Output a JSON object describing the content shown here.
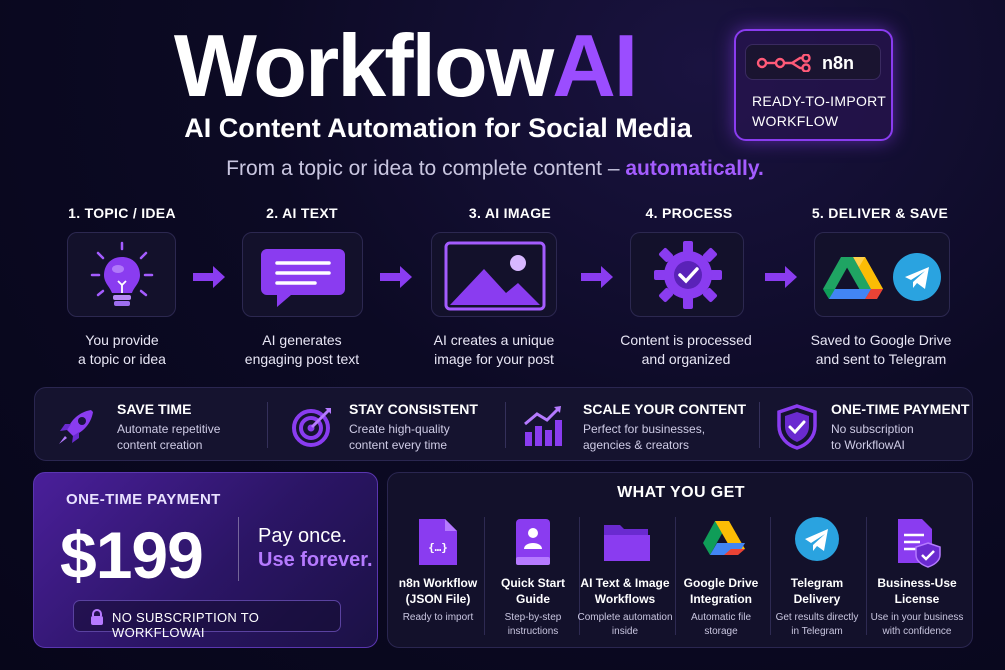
{
  "header": {
    "title_main": "Workflow",
    "title_accent": "AI",
    "subtitle": "AI Content Automation for Social Media",
    "tagline_prefix": "From a topic or idea to complete content – ",
    "tagline_highlight": "automatically."
  },
  "badge": {
    "brand": "n8n",
    "line1": "READY-TO-IMPORT",
    "line2": "WORKFLOW"
  },
  "steps": [
    {
      "label": "1. TOPIC / IDEA",
      "desc1": "You provide",
      "desc2": "a topic or idea",
      "icon": "lightbulb-icon"
    },
    {
      "label": "2. AI TEXT",
      "desc1": "AI generates",
      "desc2": "engaging post text",
      "icon": "chat-icon"
    },
    {
      "label": "3. AI IMAGE",
      "desc1": "AI creates a unique",
      "desc2": "image for your post",
      "icon": "image-icon"
    },
    {
      "label": "4. PROCESS",
      "desc1": "Content is processed",
      "desc2": "and organized",
      "icon": "gear-check-icon"
    },
    {
      "label": "5. DELIVER & SAVE",
      "desc1": "Saved to Google Drive",
      "desc2": "and sent to Telegram",
      "icon": "drive-telegram-icon"
    }
  ],
  "benefits": [
    {
      "title": "SAVE TIME",
      "d1": "Automate repetitive",
      "d2": "content creation",
      "icon": "rocket-icon"
    },
    {
      "title": "STAY CONSISTENT",
      "d1": "Create high-quality",
      "d2": "content every time",
      "icon": "target-icon"
    },
    {
      "title": "SCALE YOUR CONTENT",
      "d1": "Perfect for businesses,",
      "d2": "agencies & creators",
      "icon": "growth-chart-icon"
    },
    {
      "title": "ONE-TIME PAYMENT",
      "d1": "No subscription",
      "d2": "to WorkflowAI",
      "icon": "shield-check-icon"
    }
  ],
  "price": {
    "title": "ONE-TIME PAYMENT",
    "amount": "$199",
    "line1": "Pay once.",
    "line2": "Use forever.",
    "no_sub": "NO SUBSCRIPTION TO WORKFLOWAI"
  },
  "what_you_get": {
    "title": "WHAT YOU GET",
    "items": [
      {
        "t1": "n8n Workflow",
        "t2": "(JSON File)",
        "d1": "Ready to import",
        "d2": "",
        "icon": "json-file-icon"
      },
      {
        "t1": "Quick Start",
        "t2": "Guide",
        "d1": "Step-by-step",
        "d2": "instructions",
        "icon": "guide-book-icon"
      },
      {
        "t1": "AI Text & Image",
        "t2": "Workflows",
        "d1": "Complete automation",
        "d2": "inside",
        "icon": "folder-icon"
      },
      {
        "t1": "Google Drive",
        "t2": "Integration",
        "d1": "Automatic file",
        "d2": "storage",
        "icon": "google-drive-icon"
      },
      {
        "t1": "Telegram",
        "t2": "Delivery",
        "d1": "Get results directly",
        "d2": "in Telegram",
        "icon": "telegram-icon"
      },
      {
        "t1": "Business-Use",
        "t2": "License",
        "d1": "Use in your business",
        "d2": "with confidence",
        "icon": "license-icon"
      }
    ]
  },
  "colors": {
    "accent": "#9b4dff",
    "background": "#0c0a24",
    "accent_light": "#b57aff"
  }
}
